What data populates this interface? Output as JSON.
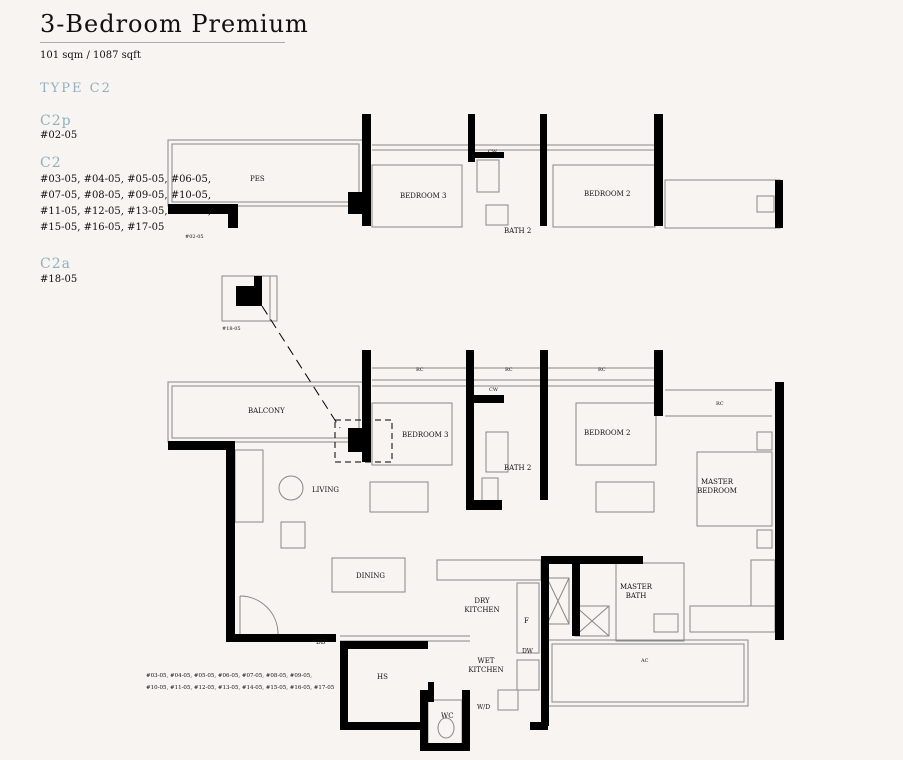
{
  "header": {
    "title": "3-Bedroom Premium",
    "area": "101 sqm / 1087 sqft",
    "type": "TYPE C2"
  },
  "variants": [
    {
      "name": "C2p",
      "units": "#02-05"
    },
    {
      "name": "C2",
      "units": "#03-05, #04-05, #05-05, #06-05, #07-05, #08-05, #09-05, #10-05, #11-05, #12-05, #13-05, #14-05, #15-05, #16-05, #17-05"
    },
    {
      "name": "C2a",
      "units": "#18-05"
    }
  ],
  "plan": {
    "top_inset": {
      "pes": "PES",
      "bedroom3": "BEDROOM 3",
      "cw": "CW",
      "bath2": "BATH 2",
      "bedroom2": "BEDROOM 2",
      "unit": "#02-05"
    },
    "small_inset": {
      "unit": "#18-05"
    },
    "main": {
      "rc": "RC",
      "cw": "CW",
      "balcony": "BALCONY",
      "bedroom3": "BEDROOM 3",
      "bath2": "BATH 2",
      "bedroom2": "BEDROOM 2",
      "master_bedroom": "MASTER BEDROOM",
      "living": "LIVING",
      "dining": "DINING",
      "dry_kitchen": "DRY KITCHEN",
      "master_bath": "MASTER BATH",
      "fridge": "F",
      "db": "DB",
      "hs": "HS",
      "wet_kitchen": "WET KITCHEN",
      "dw": "DW",
      "wd": "W/D",
      "wc": "WC",
      "ac": "AC",
      "units_note_1": "#03-05, #04-05, #05-05, #06-05, #07-05, #08-05, #09-05,",
      "units_note_2": "#10-05, #11-05, #12-05, #13-05, #14-05, #15-05, #16-05, #17-05"
    }
  }
}
